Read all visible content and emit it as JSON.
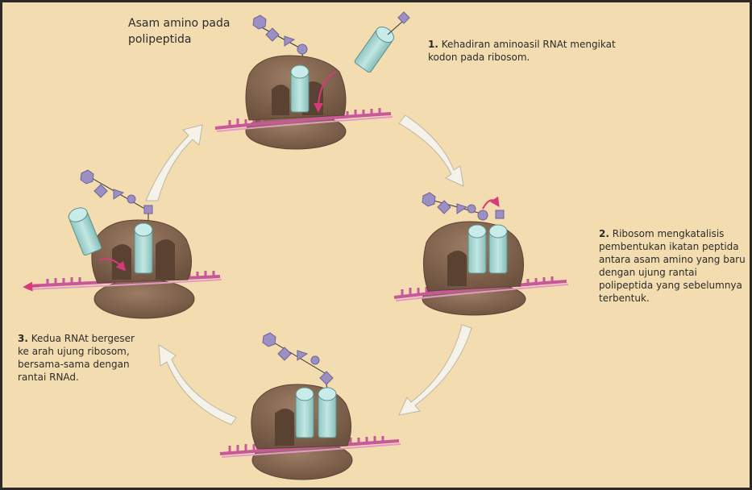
{
  "title": {
    "lines": [
      "Asam amino pada",
      "polipeptida"
    ]
  },
  "steps": [
    {
      "number": "1.",
      "lines": [
        "Kehadiran aminoasil RNAt mengikat",
        "kodon pada ribosom."
      ]
    },
    {
      "number": "2.",
      "lines": [
        "Ribosom mengkatalisis",
        "pembentukan ikatan peptida",
        "antara asam amino yang baru",
        "dengan ujung rantai",
        "polipeptida yang sebelumnya",
        "terbentuk."
      ]
    },
    {
      "number": "3.",
      "lines": [
        "Kedua RNAt bergeser",
        "ke arah ujung ribosom,",
        "bersama-sama dengan",
        "rantai RNAd."
      ]
    }
  ],
  "colors": {
    "background": "#f3ddb0",
    "ribosome": "#8a6a52",
    "ribosome_shadow": "#6a4e3c",
    "trna": "#a9d8d4",
    "amino_acid": "#9b8fc4",
    "mrna": "#c8589a",
    "arrow_highlight": "#d63a7a",
    "cycle_arrow": "#f4f1ea"
  },
  "icons": [
    "ribosome-icon",
    "trna-icon",
    "amino-acid-chain-icon",
    "mrna-strand-icon",
    "cycle-arrow-icon"
  ]
}
